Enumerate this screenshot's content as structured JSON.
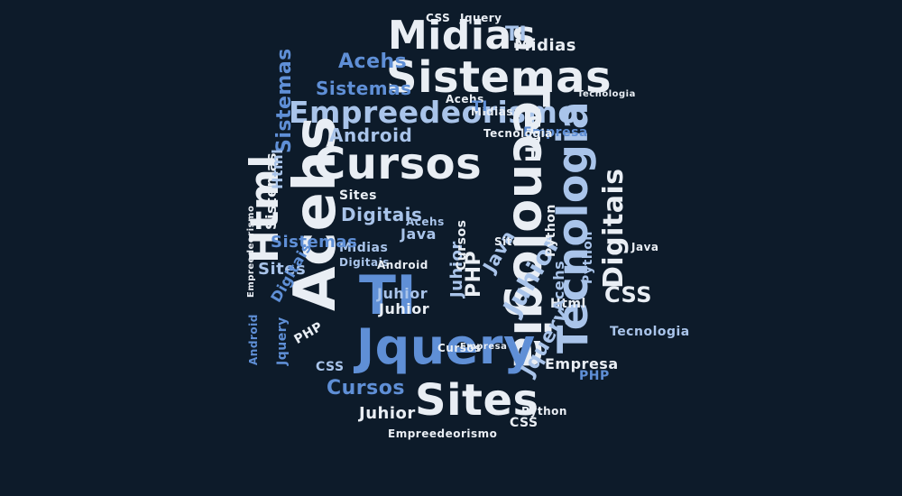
{
  "colors": {
    "background": "#0d1b2a",
    "white": "#e9eef4",
    "light_blue": "#a9c4ea",
    "mid_blue": "#5f8fd6",
    "dark_blue": "#3467b8"
  },
  "words": [
    {
      "text": "Midias",
      "fs": 44,
      "c": "white",
      "r": 0
    },
    {
      "text": "Sistemas",
      "fs": 48,
      "c": "white",
      "r": 0
    },
    {
      "text": "Empreedeorismo",
      "fs": 33,
      "c": "light_blue",
      "r": 0
    },
    {
      "text": "Cursos",
      "fs": 48,
      "c": "white",
      "r": 0
    },
    {
      "text": "Acehs",
      "fs": 64,
      "c": "white",
      "r": -90
    },
    {
      "text": "Html",
      "fs": 44,
      "c": "white",
      "r": -90
    },
    {
      "text": "Tecnologia",
      "fs": 54,
      "c": "white",
      "r": 90
    },
    {
      "text": "Tecnologia",
      "fs": 46,
      "c": "light_blue",
      "r": -90
    },
    {
      "text": "Jquery",
      "fs": 54,
      "c": "mid_blue",
      "r": 0
    },
    {
      "text": "Sites",
      "fs": 48,
      "c": "white",
      "r": 0
    },
    {
      "text": "TI",
      "fs": 60,
      "c": "mid_blue",
      "r": 0
    },
    {
      "text": "Digitais",
      "fs": 30,
      "c": "white",
      "r": -90
    },
    {
      "text": "Juhior",
      "fs": 28,
      "c": "light_blue",
      "r": -60
    },
    {
      "text": "Jquery",
      "fs": 22,
      "c": "light_blue",
      "r": -60
    },
    {
      "text": "CSS",
      "fs": 24,
      "c": "white",
      "r": 0
    },
    {
      "text": "Cursos",
      "fs": 22,
      "c": "mid_blue",
      "r": 0
    },
    {
      "text": "Acehs",
      "fs": 22,
      "c": "mid_blue",
      "r": 0
    },
    {
      "text": "Sistemas",
      "fs": 20,
      "c": "mid_blue",
      "r": 0
    },
    {
      "text": "Android",
      "fs": 20,
      "c": "light_blue",
      "r": 0
    },
    {
      "text": "Midias",
      "fs": 18,
      "c": "white",
      "r": 0
    },
    {
      "text": "TI",
      "fs": 22,
      "c": "light_blue",
      "r": 0
    },
    {
      "text": "CSS",
      "fs": 12,
      "c": "white",
      "r": 0
    },
    {
      "text": "Jquery",
      "fs": 12,
      "c": "white",
      "r": 0
    },
    {
      "text": "Sistemas",
      "fs": 22,
      "c": "mid_blue",
      "r": -90
    },
    {
      "text": "Html",
      "fs": 22,
      "c": "white",
      "r": -90
    },
    {
      "text": "Digitais",
      "fs": 20,
      "c": "light_blue",
      "r": 0
    },
    {
      "text": "Sites",
      "fs": 18,
      "c": "light_blue",
      "r": 0
    },
    {
      "text": "Sites",
      "fs": 14,
      "c": "white",
      "r": 0
    },
    {
      "text": "Midias",
      "fs": 14,
      "c": "light_blue",
      "r": 0
    },
    {
      "text": "Digitais",
      "fs": 12,
      "c": "light_blue",
      "r": 0
    },
    {
      "text": "Java",
      "fs": 16,
      "c": "light_blue",
      "r": 0
    },
    {
      "text": "Java",
      "fs": 20,
      "c": "light_blue",
      "r": -60
    },
    {
      "text": "Juhior",
      "fs": 18,
      "c": "white",
      "r": 0
    },
    {
      "text": "Juhior",
      "fs": 18,
      "c": "light_blue",
      "r": -90
    },
    {
      "text": "Juhior",
      "fs": 16,
      "c": "light_blue",
      "r": 0
    },
    {
      "text": "Juhior",
      "fs": 16,
      "c": "white",
      "r": 0
    },
    {
      "text": "PHP",
      "fs": 22,
      "c": "white",
      "r": -90
    },
    {
      "text": "PHP",
      "fs": 14,
      "c": "white",
      "r": -30
    },
    {
      "text": "PHP",
      "fs": 14,
      "c": "mid_blue",
      "r": 0
    },
    {
      "text": "Python",
      "fs": 14,
      "c": "light_blue",
      "r": -90
    },
    {
      "text": "Python",
      "fs": 12,
      "c": "white",
      "r": 0
    },
    {
      "text": "Python",
      "fs": 14,
      "c": "white",
      "r": -90
    },
    {
      "text": "Empresa",
      "fs": 16,
      "c": "white",
      "r": 0
    },
    {
      "text": "Empresa",
      "fs": 14,
      "c": "mid_blue",
      "r": 0
    },
    {
      "text": "Tecnologia",
      "fs": 10,
      "c": "white",
      "r": 0
    },
    {
      "text": "Tecnologia",
      "fs": 12,
      "c": "white",
      "r": 0
    },
    {
      "text": "Tecnologia",
      "fs": 14,
      "c": "light_blue",
      "r": 0
    },
    {
      "text": "Midias",
      "fs": 12,
      "c": "white",
      "r": 0
    },
    {
      "text": "Sistemas",
      "fs": 18,
      "c": "mid_blue",
      "r": 0
    },
    {
      "text": "Sistemas",
      "fs": 16,
      "c": "white",
      "r": -90
    },
    {
      "text": "Html",
      "fs": 16,
      "c": "light_blue",
      "r": -90
    },
    {
      "text": "Html",
      "fs": 14,
      "c": "white",
      "r": 0
    },
    {
      "text": "CSS",
      "fs": 14,
      "c": "white",
      "r": 0
    },
    {
      "text": "CSS",
      "fs": 14,
      "c": "light_blue",
      "r": 0
    },
    {
      "text": "Android",
      "fs": 12,
      "c": "mid_blue",
      "r": -90
    },
    {
      "text": "Android",
      "fs": 12,
      "c": "white",
      "r": 0
    },
    {
      "text": "Empreedeorismo",
      "fs": 10,
      "c": "white",
      "r": -90
    },
    {
      "text": "Empreedeorismo",
      "fs": 12,
      "c": "white",
      "r": 0
    },
    {
      "text": "Digitais",
      "fs": 16,
      "c": "mid_blue",
      "r": -60
    },
    {
      "text": "Acehs",
      "fs": 12,
      "c": "white",
      "r": 0
    },
    {
      "text": "Acehs",
      "fs": 16,
      "c": "light_blue",
      "r": -90
    },
    {
      "text": "Acehs",
      "fs": 12,
      "c": "light_blue",
      "r": 0
    },
    {
      "text": "TI",
      "fs": 16,
      "c": "mid_blue",
      "r": 0
    },
    {
      "text": "Cursos",
      "fs": 14,
      "c": "white",
      "r": -90
    },
    {
      "text": "Cursos",
      "fs": 12,
      "c": "white",
      "r": 0
    },
    {
      "text": "Sites",
      "fs": 12,
      "c": "white",
      "r": 0
    },
    {
      "text": "Jquery",
      "fs": 14,
      "c": "mid_blue",
      "r": -90
    },
    {
      "text": "Java",
      "fs": 12,
      "c": "white",
      "r": 0
    },
    {
      "text": "Empresa",
      "fs": 10,
      "c": "white",
      "r": 0
    }
  ]
}
